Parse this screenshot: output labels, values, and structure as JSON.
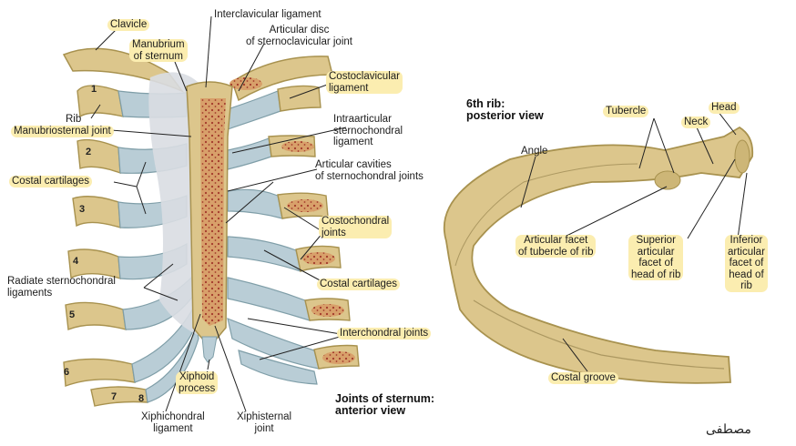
{
  "colors": {
    "bone": "#dcc68c",
    "bone_dark": "#a8924f",
    "cartilage": "#b9cdd6",
    "cartilage_dark": "#7f9ea8",
    "marrow": "#d8a06a",
    "marrow_dot": "#a2382a",
    "ligament": "#d9dde2",
    "highlight": "#fbedb0",
    "line": "#222222"
  },
  "labels": {
    "clavicle": "Clavicle",
    "interclavicular_ligament": "Interclavicular ligament",
    "manubrium_1": "Manubrium",
    "manubrium_2": "of sternum",
    "articular_disc_1": "Articular disc",
    "articular_disc_2": "of sternoclavicular joint",
    "costoclavicular_1": "Costoclavicular",
    "costoclavicular_2": "ligament",
    "rib": "Rib",
    "manubriosternal_joint": "Manubriosternal joint",
    "intraarticular_1": "Intraarticular",
    "intraarticular_2": "sternochondral",
    "intraarticular_3": "ligament",
    "articular_cavities_1": "Articular cavities",
    "articular_cavities_2": "of sternochondral joints",
    "costal_cartilages_left": "Costal cartilages",
    "costochondral_1": "Costochondral",
    "costochondral_2": "joints",
    "radiate_1": "Radiate sternochondral",
    "radiate_2": "ligaments",
    "costal_cartilages_right": "Costal cartilages",
    "interchondral_joints": "Interchondral joints",
    "xiphoid_1": "Xiphoid",
    "xiphoid_2": "process",
    "xiphichondral_1": "Xiphichondral",
    "xiphichondral_2": "ligament",
    "xiphisternal_1": "Xiphisternal",
    "xiphisternal_2": "joint",
    "sternum_title_1": "Joints of sternum:",
    "sternum_title_2": "anterior view",
    "rib_title_1": "6th rib:",
    "rib_title_2": "posterior view",
    "tubercle": "Tubercle",
    "head": "Head",
    "neck": "Neck",
    "angle": "Angle",
    "facet_tubercle_1": "Articular facet",
    "facet_tubercle_2": "of tubercle of rib",
    "superior_facet_1": "Superior",
    "superior_facet_2": "articular",
    "superior_facet_3": "facet of",
    "superior_facet_4": "head of rib",
    "inferior_facet_1": "Inferior",
    "inferior_facet_2": "articular",
    "inferior_facet_3": "facet of",
    "inferior_facet_4": "head of",
    "inferior_facet_5": "rib",
    "costal_groove": "Costal groove"
  },
  "rib_numbers": [
    "1",
    "2",
    "3",
    "4",
    "5",
    "6",
    "7",
    "8"
  ],
  "signature": "مصطفى"
}
